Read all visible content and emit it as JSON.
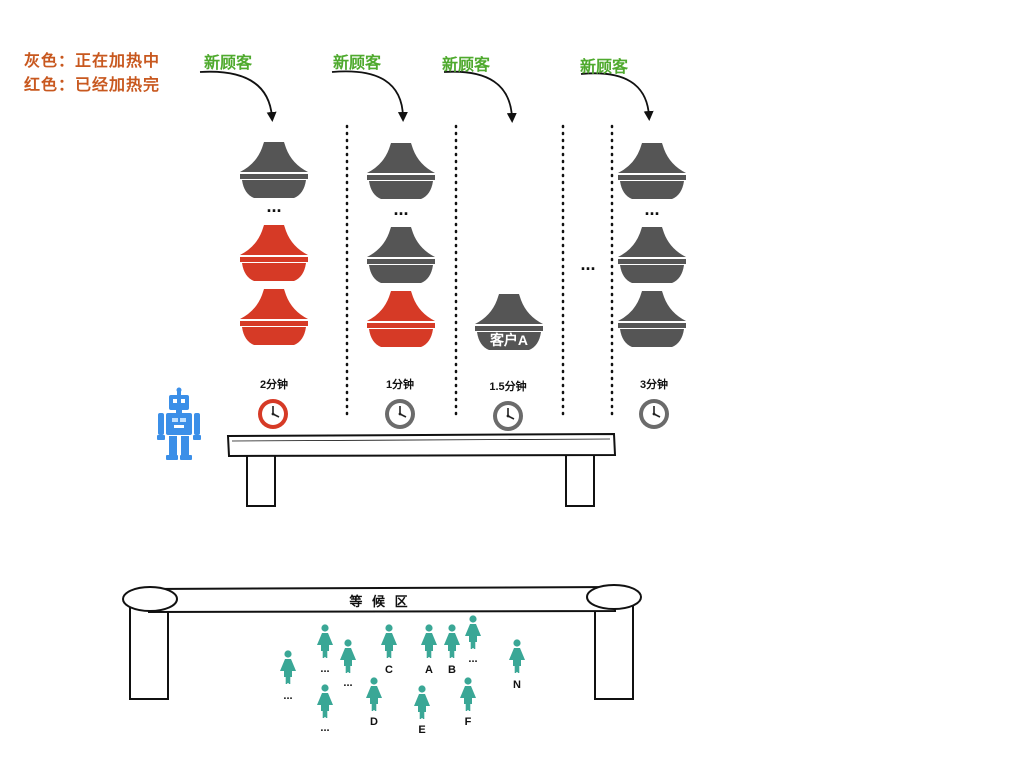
{
  "legend": {
    "gray": "灰色：正在加热中",
    "red": "红色：已经加热完"
  },
  "colors": {
    "heating": "#555555",
    "done": "#d63a26",
    "new_customer": "#4faa2e",
    "legend_text": "#c8581f",
    "robot": "#3b8fe8",
    "person": "#3aa796"
  },
  "columns": [
    {
      "new_customer_label": "新顾客",
      "bowls_top_to_bottom": [
        "heating",
        "ellipsis",
        "done",
        "done"
      ],
      "timer": "2分钟",
      "clock_state": "done"
    },
    {
      "new_customer_label": "新顾客",
      "bowls_top_to_bottom": [
        "heating",
        "ellipsis",
        "heating",
        "done"
      ],
      "timer": "1分钟",
      "clock_state": "heating"
    },
    {
      "new_customer_label": "新顾客",
      "bowls_top_to_bottom": [
        "heating"
      ],
      "bowl_text": "客户A",
      "timer": "1.5分钟",
      "clock_state": "heating"
    },
    {
      "separator_ellipsis": "..."
    },
    {
      "new_customer_label": "新顾客",
      "bowls_top_to_bottom": [
        "heating",
        "ellipsis",
        "heating",
        "heating"
      ],
      "timer": "3分钟",
      "clock_state": "heating"
    }
  ],
  "ellipsis": "...",
  "robot": {
    "icon": "robot-icon"
  },
  "waiting_area": {
    "title": "等 候 区",
    "people_labels": [
      "C",
      "A",
      "B",
      "N",
      "D",
      "E",
      "F"
    ],
    "ellipsis": "..."
  }
}
